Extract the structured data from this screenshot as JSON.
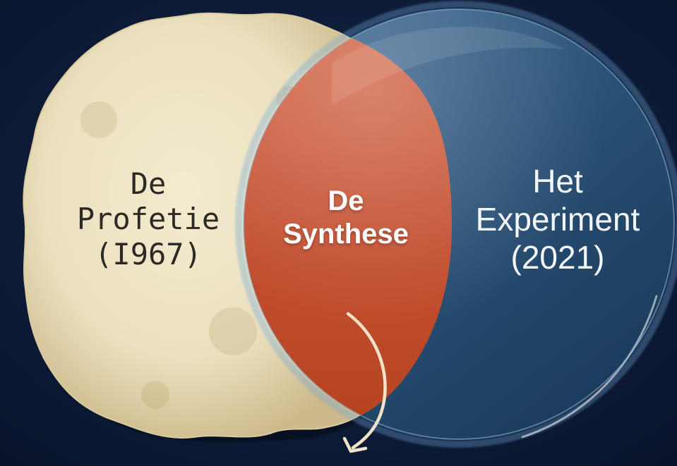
{
  "diagram": {
    "type": "venn",
    "left_set": {
      "name_line1": "De",
      "name_line2": "Profetie",
      "year": "(I967)",
      "color": "#eadfbd"
    },
    "right_set": {
      "name_line1": "Het",
      "name_line2": "Experiment",
      "year": "(2021)",
      "color": "#2a5378"
    },
    "intersection": {
      "line1": "De",
      "line2": "Synthese",
      "color": "#c24e2f"
    },
    "background_color": "#0a1630",
    "arrow_color": "#efe3c8"
  }
}
